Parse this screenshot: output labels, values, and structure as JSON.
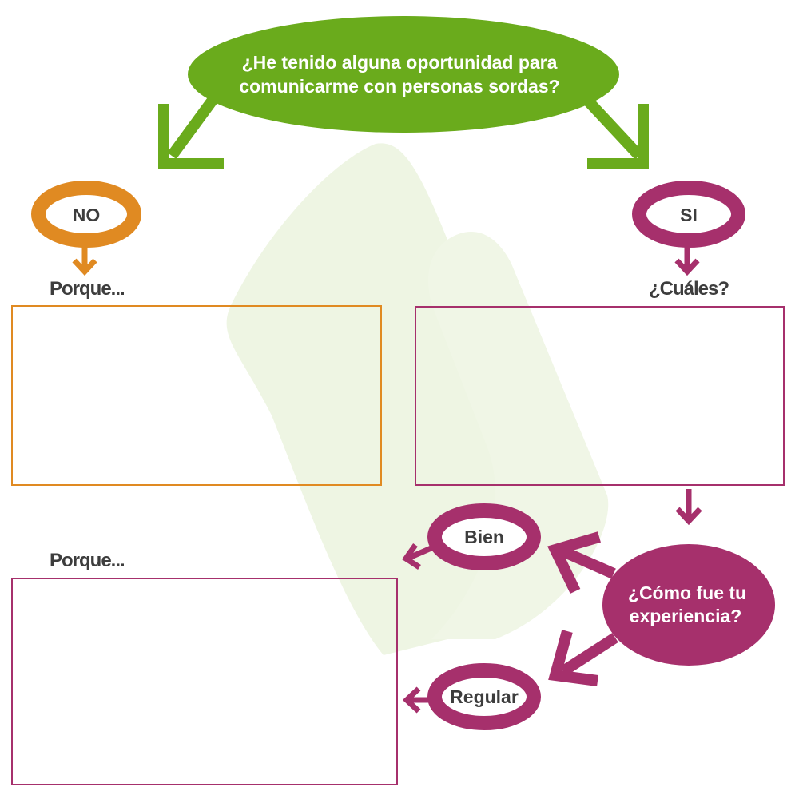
{
  "question": {
    "line1": "¿He tenido alguna oportunidad para",
    "line2": "comunicarme con personas sordas?"
  },
  "no_node": {
    "label": "NO",
    "prompt": "Porque..."
  },
  "si_node": {
    "label": "SI",
    "prompt": "¿Cuáles?"
  },
  "experience_node": {
    "line1": "¿Cómo fue tu",
    "line2": "experiencia?"
  },
  "bien_node": {
    "label": "Bien"
  },
  "regular_node": {
    "label": "Regular",
    "prompt": "Porque..."
  },
  "colors": {
    "green": "#6aab1c",
    "orange": "#e08a22",
    "magenta": "#a6306c",
    "text_dark": "#3d3d3d",
    "watermark": "#eef5e3"
  },
  "icons": [
    "arrow-down-left",
    "arrow-down-right",
    "arrow-down",
    "arrow-left",
    "arrow-up-left"
  ]
}
